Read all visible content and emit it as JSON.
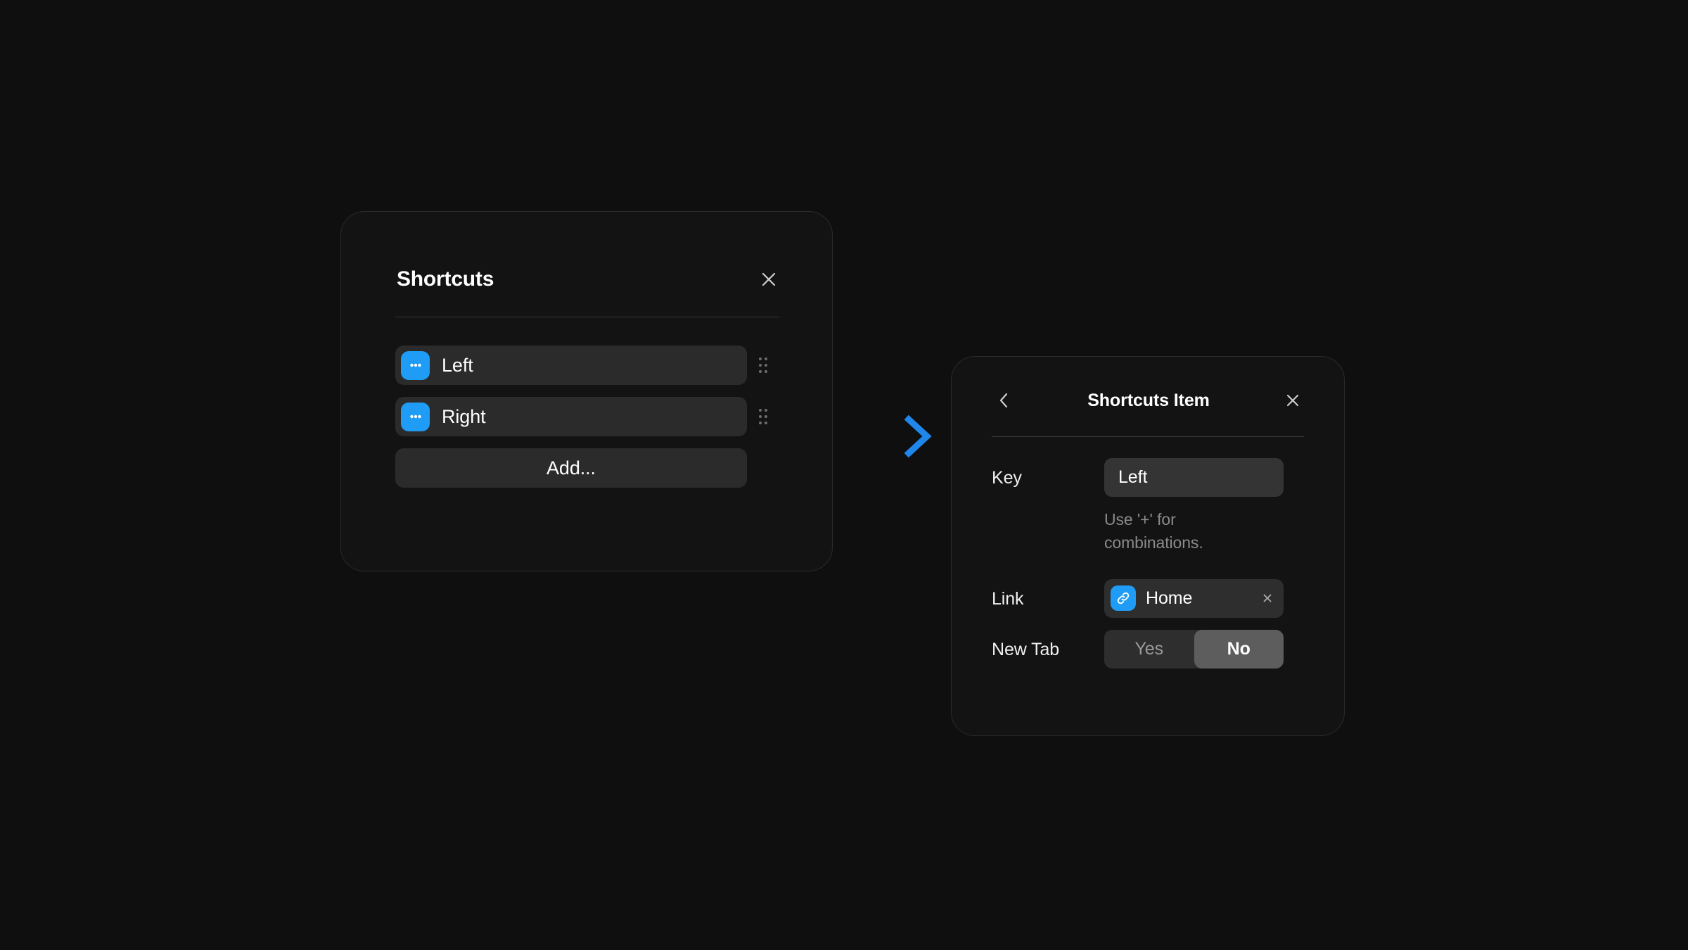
{
  "theme": {
    "page_background": "#0f0f0f",
    "panel_background": "#131313",
    "accent_blue": "#1f9cf5",
    "arrow_blue": "#1f7fe0",
    "control_background": "#2b2b2b",
    "selected_segment": "#5d5d5d",
    "hint_text": "#8b8b8b"
  },
  "shortcuts_panel": {
    "title": "Shortcuts",
    "close_icon": "close-icon",
    "drag_handle_icon": "drag-handle-icon",
    "items": [
      {
        "label": "Left",
        "icon": "ellipsis-app-icon"
      },
      {
        "label": "Right",
        "icon": "ellipsis-app-icon"
      }
    ],
    "add_label": "Add..."
  },
  "flow": {
    "arrow_icon": "arrow-right-icon"
  },
  "item_panel": {
    "title": "Shortcuts Item",
    "back_icon": "chevron-left-icon",
    "close_icon": "close-icon",
    "fields": {
      "key": {
        "label": "Key",
        "value": "Left",
        "placeholder": "Key",
        "hint": "Use '+' for combinations."
      },
      "link": {
        "label": "Link",
        "value": "Home",
        "icon": "link-icon",
        "clear_icon": "close-small-icon"
      },
      "new_tab": {
        "label": "New Tab",
        "options": [
          "Yes",
          "No"
        ],
        "selected": "No"
      }
    }
  }
}
